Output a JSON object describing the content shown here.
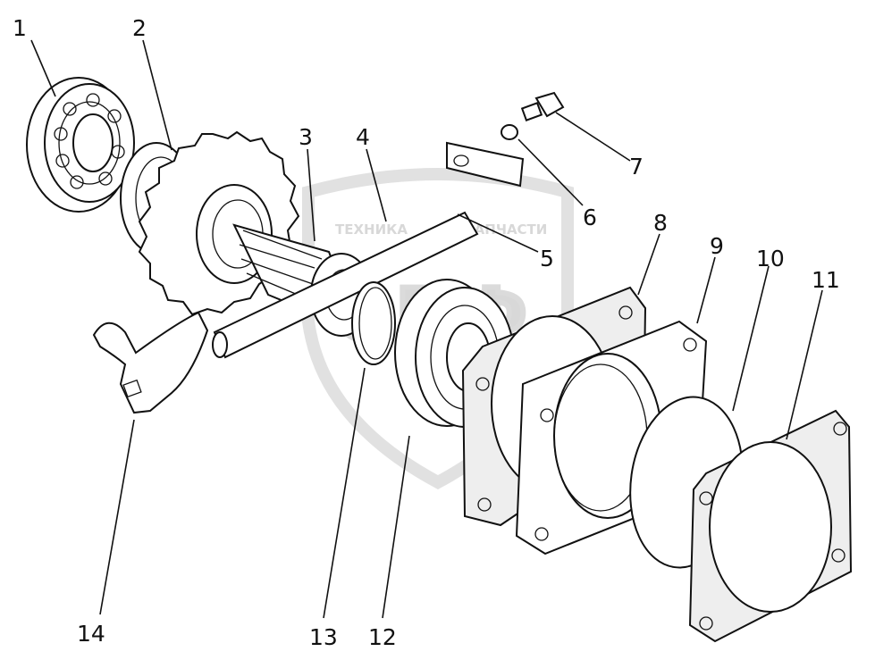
{
  "watermark": {
    "left_text": "ТЕХНИКА",
    "right_text": "ЗАПЧАСТИ",
    "logo_letters": "ОПФ"
  },
  "callouts": [
    {
      "id": "1",
      "text": "1"
    },
    {
      "id": "2",
      "text": "2"
    },
    {
      "id": "3",
      "text": "3"
    },
    {
      "id": "4",
      "text": "4"
    },
    {
      "id": "5",
      "text": "5"
    },
    {
      "id": "6",
      "text": "6"
    },
    {
      "id": "7",
      "text": "7"
    },
    {
      "id": "8",
      "text": "8"
    },
    {
      "id": "9",
      "text": "9"
    },
    {
      "id": "10",
      "text": "10"
    },
    {
      "id": "11",
      "text": "11"
    },
    {
      "id": "12",
      "text": "12"
    },
    {
      "id": "13",
      "text": "13"
    },
    {
      "id": "14",
      "text": "14"
    }
  ]
}
